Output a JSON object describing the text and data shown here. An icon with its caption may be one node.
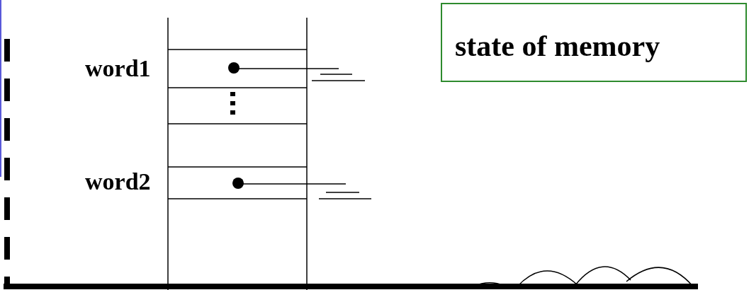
{
  "diagram": {
    "nodes": [
      {
        "text": [
          "state of memory"
        ]
      }
    ],
    "labels": [
      "word1",
      "word2"
    ]
  }
}
